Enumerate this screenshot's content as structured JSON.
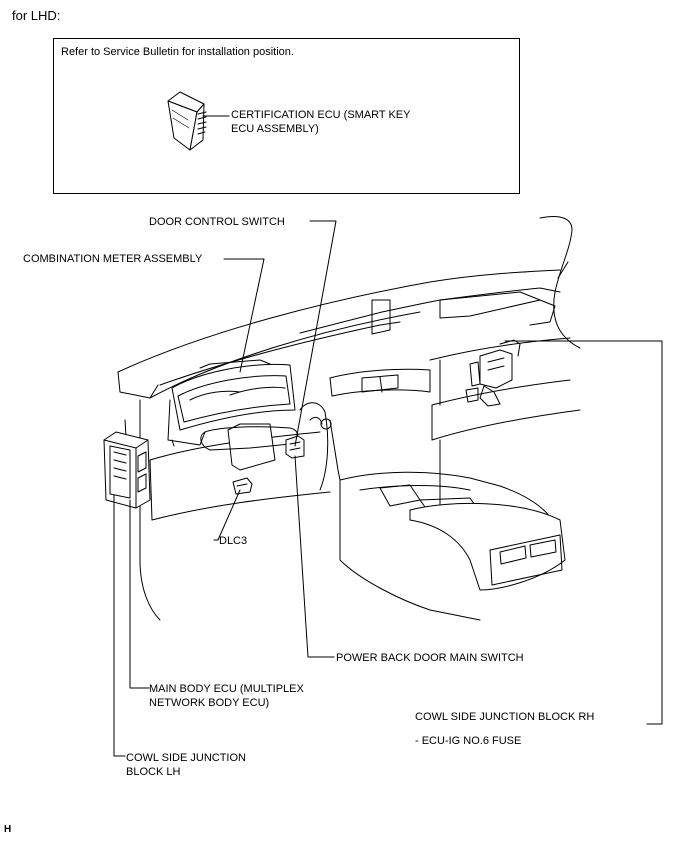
{
  "header": "for LHD:",
  "note_box": {
    "note": "Refer to Service Bulletin for installation position.",
    "cert_ecu_line1": "CERTIFICATION ECU (SMART KEY",
    "cert_ecu_line2": "ECU ASSEMBLY)"
  },
  "callouts": {
    "door_control_switch": "DOOR CONTROL SWITCH",
    "combination_meter": "COMBINATION METER ASSEMBLY",
    "dlc3": "DLC3",
    "power_back_door": "POWER BACK DOOR MAIN SWITCH",
    "main_body_ecu_line1": "MAIN BODY ECU (MULTIPLEX",
    "main_body_ecu_line2": "NETWORK BODY ECU)",
    "cowl_rh": "COWL SIDE JUNCTION BLOCK RH",
    "cowl_rh_fuse": "- ECU-IG NO.6 FUSE",
    "cowl_lh_line1": "COWL SIDE JUNCTION",
    "cowl_lh_line2": "BLOCK LH"
  },
  "footer_code": "H"
}
